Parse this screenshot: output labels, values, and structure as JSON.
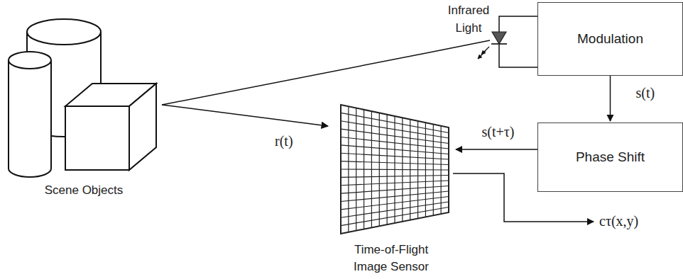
{
  "diagram": {
    "nodes": [
      {
        "text": [
          "Modulation"
        ]
      },
      {
        "text": [
          "Phase Shift"
        ]
      },
      {
        "text": [
          "Time-of-Flight Image Sensor"
        ]
      },
      {
        "text": [
          "Scene Objects"
        ]
      },
      {
        "text": [
          "Infrared Light"
        ]
      }
    ],
    "edges": [
      {
        "from": 0,
        "to": 1,
        "label": "s(t)",
        "arrow": "to"
      },
      {
        "from": 1,
        "to": 2,
        "label": "s(t+τ)",
        "arrow": "to"
      },
      {
        "from": 3,
        "to": 2,
        "label": "r(t)",
        "arrow": "to"
      },
      {
        "from": 4,
        "to": 3,
        "arrow": "none"
      },
      {
        "from": 0,
        "to": 4,
        "arrow": "none"
      }
    ],
    "labels": [
      "cτ(x,y)"
    ]
  }
}
